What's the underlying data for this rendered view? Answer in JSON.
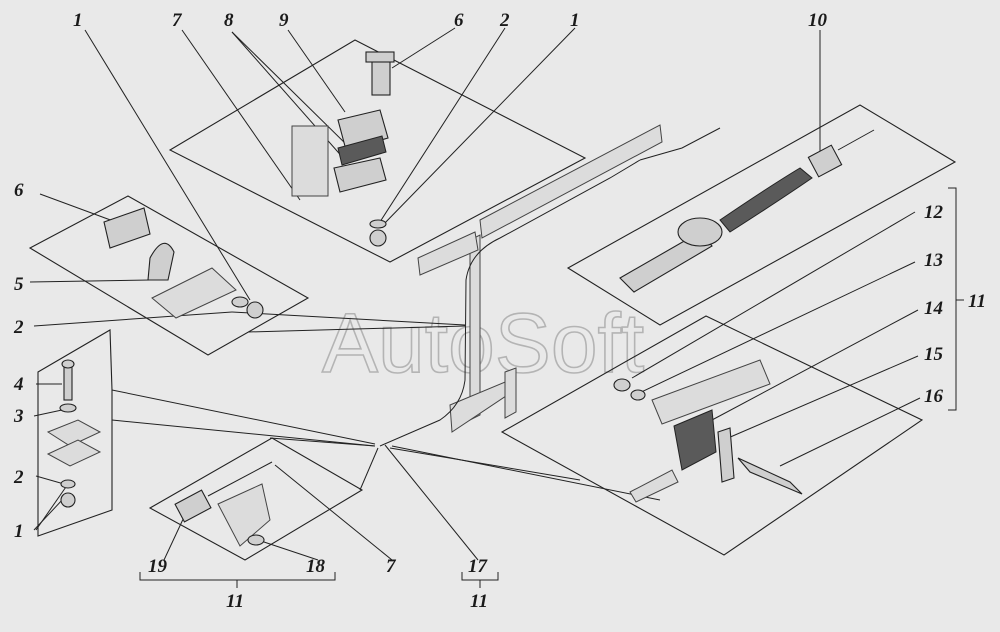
{
  "watermark": "AutoSoft",
  "labels": {
    "top_1_left": "1",
    "top_7": "7",
    "top_8": "8",
    "top_9": "9",
    "top_6": "6",
    "top_2": "2",
    "top_1_right": "1",
    "top_10": "10",
    "left_6": "6",
    "left_5": "5",
    "left_2": "2",
    "left_4": "4",
    "left_3": "3",
    "left_2b": "2",
    "left_1": "1",
    "right_12": "12",
    "right_13": "13",
    "right_14": "14",
    "right_15": "15",
    "right_16": "16",
    "right_group_11": "11",
    "bottom_19": "19",
    "bottom_18": "18",
    "bottom_7": "7",
    "bottom_17": "17",
    "bottom_group_11a": "11",
    "bottom_group_11b": "11"
  }
}
